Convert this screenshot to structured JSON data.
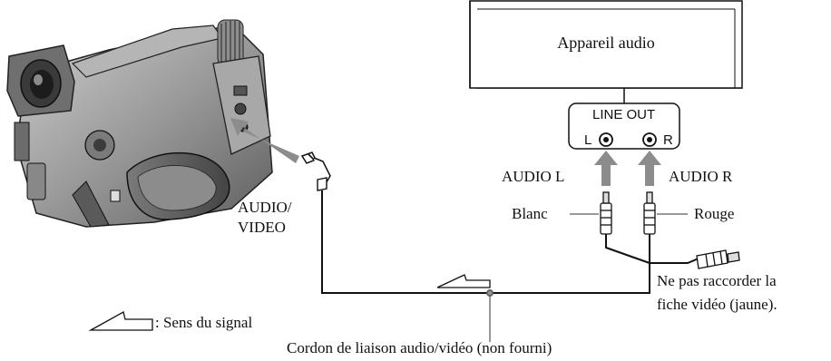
{
  "device": {
    "name": "Appareil audio"
  },
  "jack_panel": {
    "title": "LINE OUT",
    "left": "L",
    "right": "R"
  },
  "labels": {
    "audio_l": "AUDIO L",
    "audio_r": "AUDIO R",
    "white": "Blanc",
    "red": "Rouge",
    "camera_jack_line1": "AUDIO/",
    "camera_jack_line2": "VIDEO",
    "no_video_line1": "Ne pas raccorder la",
    "no_video_line2": "fiche vidéo (jaune).",
    "cable": "Cordon de liaison audio/vidéo (non fourni)",
    "legend": ": Sens du signal"
  }
}
